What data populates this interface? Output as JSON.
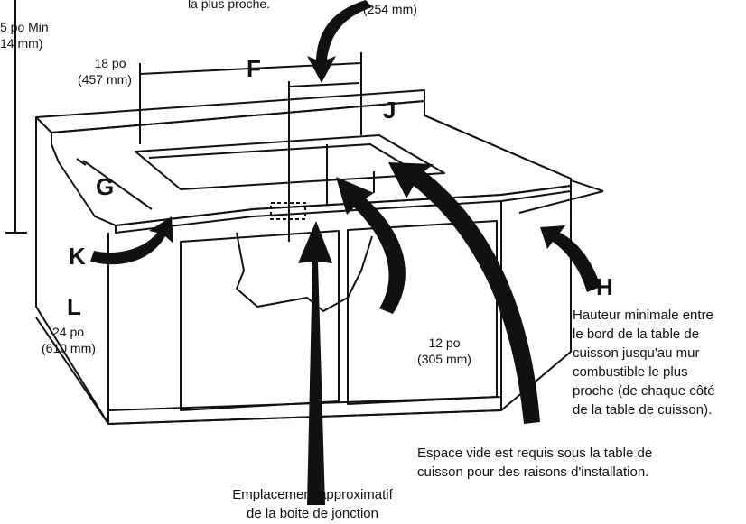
{
  "labels": {
    "top_min_fragment": "5 po Min",
    "top_min_mm_fragment": "14 mm)",
    "top_note_fragment": "la plus proche.",
    "top_254": "(254 mm)",
    "dim_18_po": "18 po",
    "dim_18_mm": "(457 mm)",
    "dim_24_po": "24 po",
    "dim_24_mm": "(610 mm)",
    "dim_12_po": "12 po",
    "dim_12_mm": "(305 mm)"
  },
  "letters": {
    "F": "F",
    "G": "G",
    "H": "H",
    "J": "J",
    "K": "K",
    "L": "L"
  },
  "notes": {
    "h_description": [
      "Hauteur minimale entre",
      "le bord de la table de",
      "cuisson jusqu'au mur",
      "combustible le plus",
      "proche (de chaque côté",
      "de la table de cuisson)."
    ],
    "space_required": [
      "Espace vide est requis sous la table de",
      "cuisson pour des raisons d'installation."
    ],
    "junction_box": [
      "Emplacement approximatif",
      "de la boite de jonction"
    ]
  }
}
